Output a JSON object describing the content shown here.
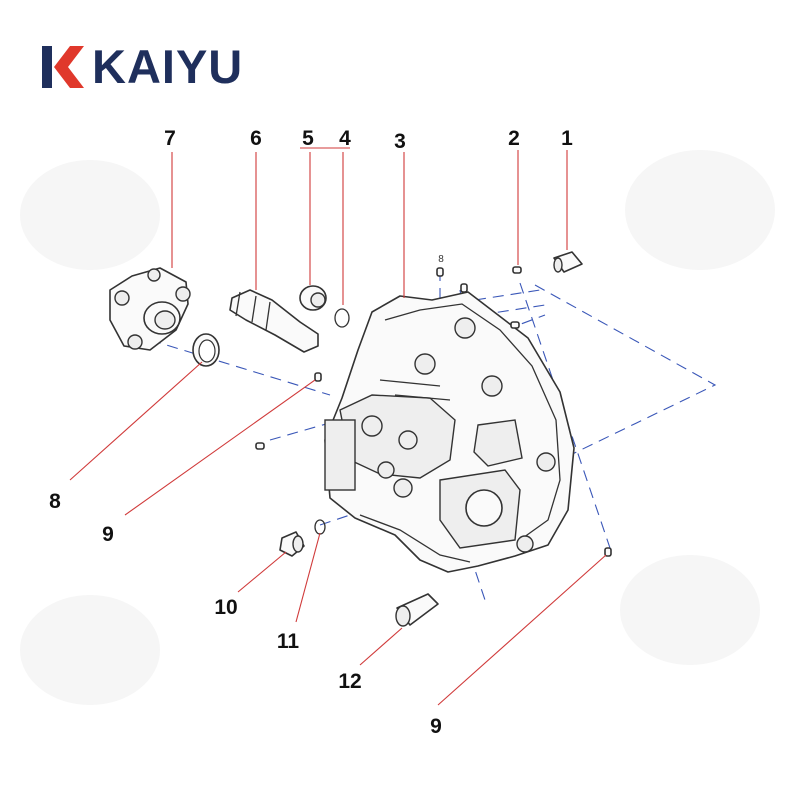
{
  "brand": {
    "name": "KAIYU",
    "accent_red": "#e0382b",
    "accent_navy": "#1f2f5c"
  },
  "callouts": {
    "c1": "1",
    "c2": "2",
    "c3": "3",
    "c4": "4",
    "c5": "5",
    "c6": "6",
    "c7": "7",
    "c8": "8",
    "c9a": "9",
    "c9b": "9",
    "c10": "10",
    "c11": "11",
    "c12": "12",
    "small8": "8"
  },
  "colors": {
    "leader_line": "#d03a3a",
    "assembly_line": "#3a57b8",
    "outline": "#333333"
  }
}
